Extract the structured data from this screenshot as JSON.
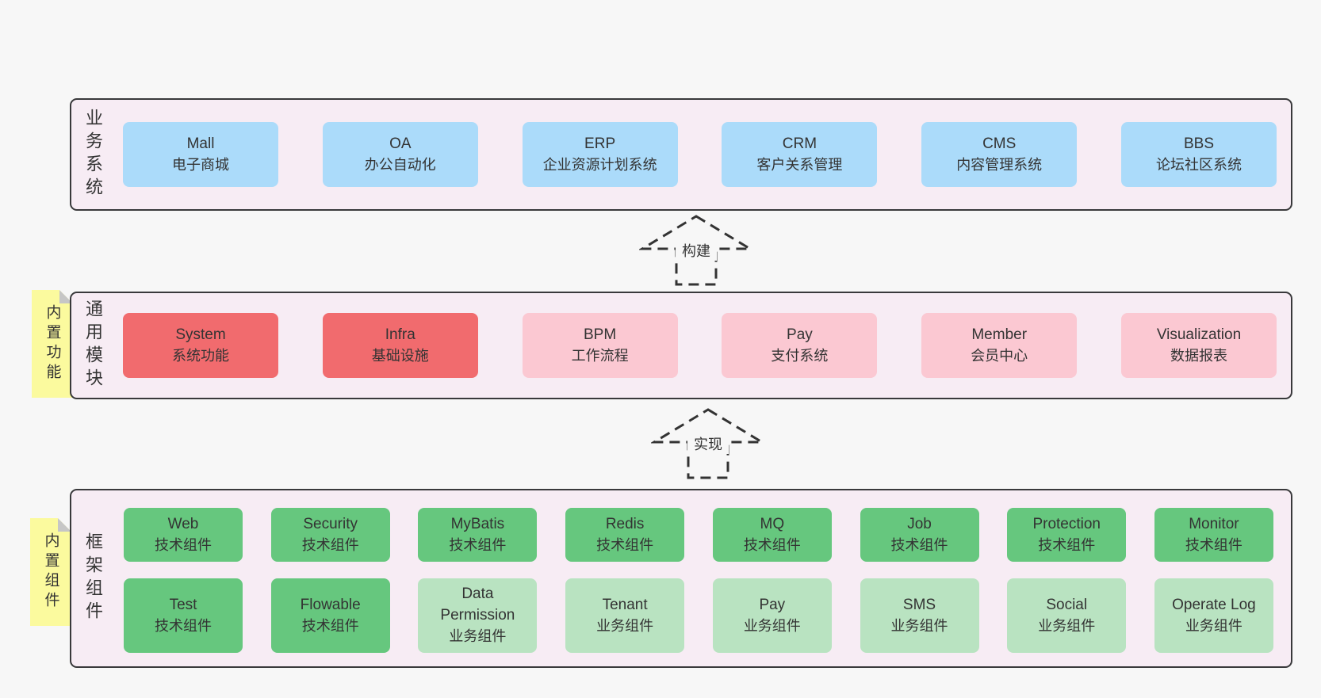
{
  "colors": {
    "page_bg": "#f7f7f7",
    "panel_bg": "#f7ecf4",
    "panel_border": "#39393b",
    "box_blue": "#abdbfa",
    "box_red": "#f16b6e",
    "box_pink": "#fbc8d2",
    "box_green": "#66c77e",
    "box_light_green": "#b9e3c1",
    "note_yellow": "#fbfa9e",
    "note_fold_gray": "#c6c6c6",
    "text": "#333333"
  },
  "layers": [
    {
      "label": "业务系统",
      "boxes": [
        {
          "name": "Mall",
          "desc": "电子商城"
        },
        {
          "name": "OA",
          "desc": "办公自动化"
        },
        {
          "name": "ERP",
          "desc": "企业资源计划系统"
        },
        {
          "name": "CRM",
          "desc": "客户关系管理"
        },
        {
          "name": "CMS",
          "desc": "内容管理系统"
        },
        {
          "name": "BBS",
          "desc": "论坛社区系统"
        }
      ]
    },
    {
      "label": "通用模块",
      "note": "内置功能",
      "boxes": [
        {
          "name": "System",
          "desc": "系统功能"
        },
        {
          "name": "Infra",
          "desc": "基础设施"
        },
        {
          "name": "BPM",
          "desc": "工作流程"
        },
        {
          "name": "Pay",
          "desc": "支付系统"
        },
        {
          "name": "Member",
          "desc": "会员中心"
        },
        {
          "name": "Visualization",
          "desc": "数据报表"
        }
      ]
    },
    {
      "label": "框架组件",
      "note": "内置组件",
      "boxes": [
        {
          "name": "Web",
          "desc": "技术组件"
        },
        {
          "name": "Security",
          "desc": "技术组件"
        },
        {
          "name": "MyBatis",
          "desc": "技术组件"
        },
        {
          "name": "Redis",
          "desc": "技术组件"
        },
        {
          "name": "MQ",
          "desc": "技术组件"
        },
        {
          "name": "Job",
          "desc": "技术组件"
        },
        {
          "name": "Protection",
          "desc": "技术组件"
        },
        {
          "name": "Monitor",
          "desc": "技术组件"
        },
        {
          "name": "Test",
          "desc": "技术组件"
        },
        {
          "name": "Flowable",
          "desc": "技术组件"
        },
        {
          "name": "Data Permission",
          "desc": "业务组件"
        },
        {
          "name": "Tenant",
          "desc": "业务组件"
        },
        {
          "name": "Pay",
          "desc": "业务组件"
        },
        {
          "name": "SMS",
          "desc": "业务组件"
        },
        {
          "name": "Social",
          "desc": "业务组件"
        },
        {
          "name": "Operate Log",
          "desc": "业务组件"
        }
      ]
    }
  ],
  "arrows": [
    {
      "label": "构建"
    },
    {
      "label": "实现"
    }
  ]
}
